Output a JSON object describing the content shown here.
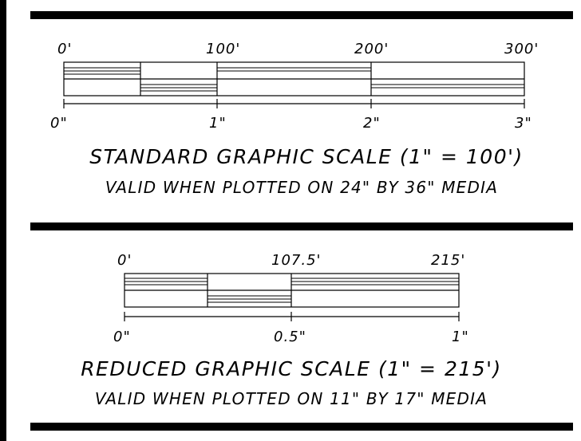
{
  "standard_scale": {
    "top_labels": [
      "0'",
      "100'",
      "200'",
      "300'"
    ],
    "bottom_labels": [
      "0\"",
      "1\"",
      "2\"",
      "3\""
    ],
    "title": "STANDARD GRAPHIC SCALE (1\" = 100')",
    "subtitle": "VALID WHEN PLOTTED ON 24\" BY 36\" MEDIA"
  },
  "reduced_scale": {
    "top_labels": [
      "0'",
      "107.5'",
      "215'"
    ],
    "bottom_labels": [
      "0\"",
      "0.5\"",
      "1\""
    ],
    "title": "REDUCED GRAPHIC SCALE (1\" = 215')",
    "subtitle": "VALID WHEN PLOTTED ON 11\" BY 17\" MEDIA"
  },
  "colors": {
    "ink": "#000000",
    "paper": "#ffffff"
  }
}
